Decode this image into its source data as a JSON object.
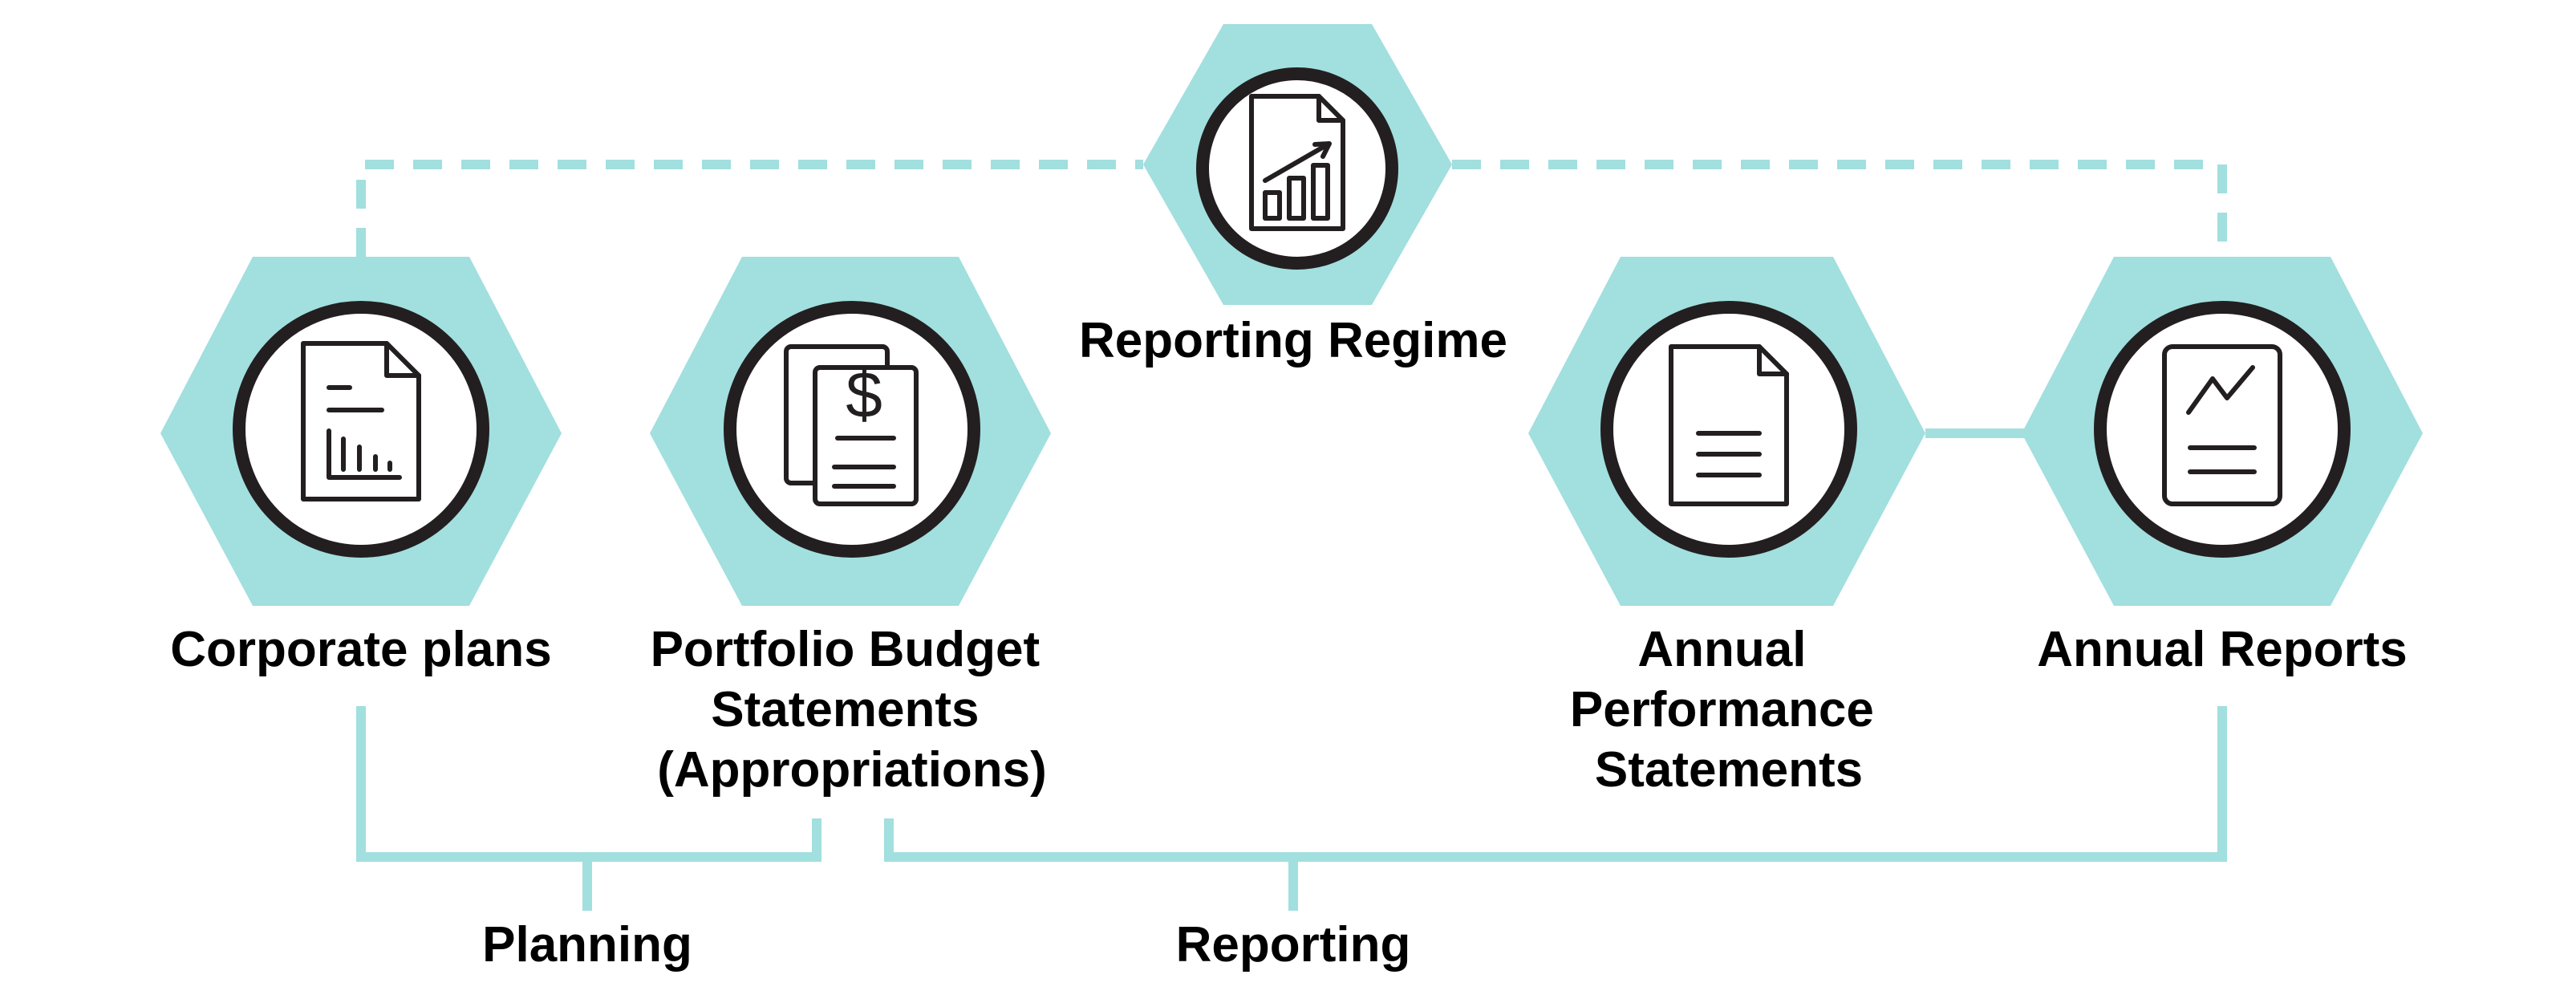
{
  "colors": {
    "hexagon": "#a2dfdf",
    "ring": "#231f20",
    "text": "#000000"
  },
  "top": {
    "label": "Reporting Regime",
    "icon": "chart-report-icon"
  },
  "nodes": [
    {
      "id": "corporate",
      "lines": [
        "Corporate plans"
      ],
      "icon": "document-bar-chart-icon"
    },
    {
      "id": "pbs",
      "lines": [
        "Portfolio Budget",
        "Statements",
        "(Appropriations)"
      ],
      "icon": "dollar-documents-icon"
    },
    {
      "id": "aps",
      "lines": [
        "Annual",
        "Performance",
        "Statements"
      ],
      "icon": "document-icon"
    },
    {
      "id": "ar",
      "lines": [
        "Annual Reports"
      ],
      "icon": "trend-report-icon"
    }
  ],
  "groups": {
    "planning": "Planning",
    "reporting": "Reporting"
  }
}
